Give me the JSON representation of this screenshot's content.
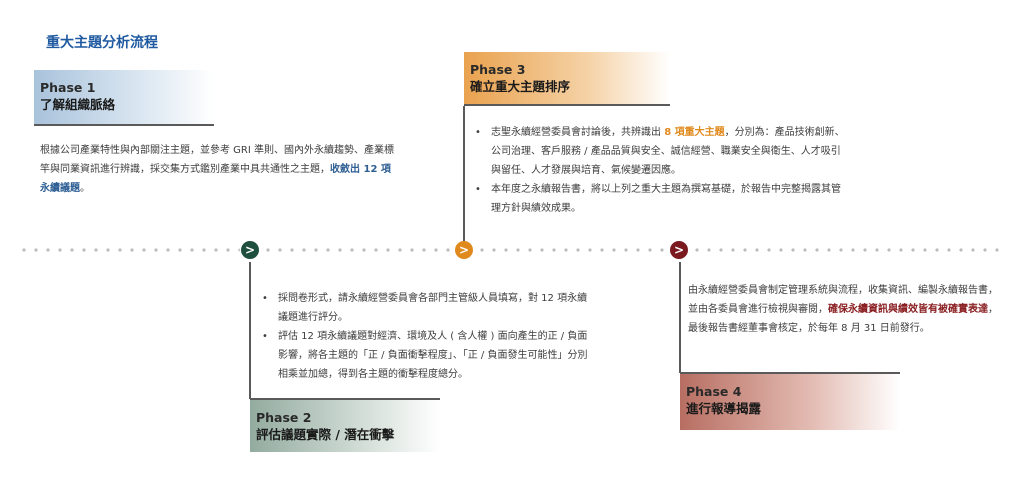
{
  "title": "重大主題分析流程",
  "phases": [
    {
      "number": "Phase 1",
      "name": "了解組織脈絡"
    },
    {
      "number": "Phase 2",
      "name": "評估議題實際 / 潛在衝擊"
    },
    {
      "number": "Phase 3",
      "name": "確立重大主題排序"
    },
    {
      "number": "Phase 4",
      "name": "進行報導揭露"
    }
  ],
  "phase1_text": {
    "body": "根據公司產業特性與內部關注主題，並參考 GRI 準則、國內外永續趨勢、產業標竿與同業資訊進行辨識，採交集方式鑑別產業中具共通性之主題，",
    "highlight": "收斂出 12 項永續議題",
    "end": "。"
  },
  "phase2_text": [
    "採問卷形式，請永續經營委員會各部門主管級人員填寫，對 12 項永續議題進行評分。",
    "評估 12 項永續議題對經濟、環境及人 ( 含人權 ) 面向產生的正 / 負面影響，將各主題的「正 / 負面衝擊程度」、「正 / 負面發生可能性」分別相乘並加總，得到各主題的衝擊程度總分。"
  ],
  "phase3_text": {
    "b1_pre": "志聖永續經營委員會討論後，共辨識出 ",
    "b1_highlight": "8 項重大主題",
    "b1_post": "，分別為：產品技術創新、公司治理、客戶服務 / 產品品質與安全、誠信經營、職業安全與衛生、人才吸引與留任、人才發展與培育、氣候變遷因應。",
    "b2": "本年度之永續報告書，將以上列之重大主題為撰寫基礎，於報告中完整揭露其管理方針與績效成果。"
  },
  "phase4_text": {
    "pre": "由永續經營委員會制定管理系統與流程，收集資訊、編製永續報告書，並由各委員會進行檢視與審閱，",
    "highlight": "確保永續資訊與績效皆有被確實表達",
    "post": "，最後報告書經董事會核定，於每年 8 月 31 日前發行。"
  },
  "arrow_glyph": ">",
  "colors": {
    "phase1": "#a9c3dc",
    "phase2": "#93ab9f",
    "phase3": "#e9a24f",
    "phase4": "#b86e62",
    "title": "#1f5aa0"
  }
}
